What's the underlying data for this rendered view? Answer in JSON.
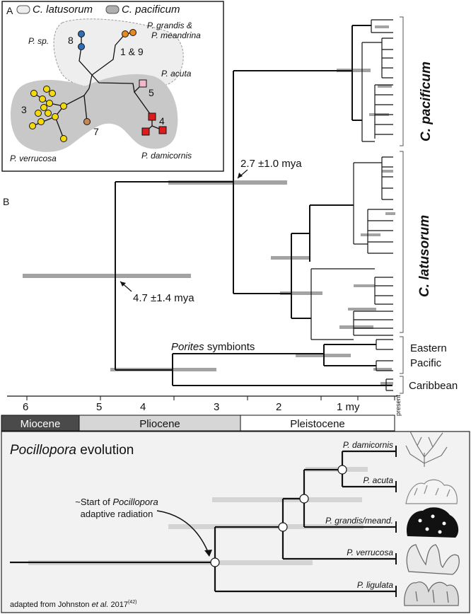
{
  "panelA": {
    "label": "A",
    "legend": {
      "latusorum": "C. latusorum",
      "pacificum": "C. pacificum"
    },
    "species": {
      "psp": "P. sp.",
      "grandis1": "P. grandis &",
      "grandis2": "P. meandrina",
      "acuta": "P. acuta",
      "damicornis": "P. damicornis",
      "verrucosa": "P. verrucosa"
    },
    "nodes": {
      "n8": "8",
      "n19": "1 & 9",
      "n5": "5",
      "n3": "3",
      "n7": "7",
      "n4": "4"
    }
  },
  "panelB": {
    "label": "B",
    "annot_27": "2.7 ±1.0 mya",
    "annot_47": "4.7 ±1.4 mya",
    "porites": {
      "italic": "Porites",
      "rest": " symbionts"
    },
    "clades": {
      "pacificum": "C. pacificum",
      "latusorum": "C. latusorum",
      "eastern1": "Eastern",
      "eastern2": "Pacific",
      "caribbean": "Caribbean"
    }
  },
  "timescale": {
    "ticks": [
      "6",
      "5",
      "4",
      "3",
      "2",
      "1 my"
    ],
    "present": "present",
    "epochs": [
      "Miocene",
      "Pliocene",
      "Pleistocene"
    ]
  },
  "bottom": {
    "title_italic": "Pocillopora",
    "title_rest": " evolution",
    "radiation1": "~Start of ",
    "radiation1_italic": "Pocillopora",
    "radiation2": "adaptive radiation",
    "taxa": [
      "P. damicornis",
      "P. acuta",
      "P. grandis/meand.",
      "P. verrucosa",
      "P. ligulata"
    ],
    "credit_a": "adapted from Johnston ",
    "credit_b": "et al.",
    "credit_c": " 2017",
    "credit_sup": "(42)"
  },
  "colors": {
    "yellow": "#f5d90f",
    "orange": "#e8881e",
    "blue": "#2f6fb5",
    "pink": "#f4b8cc",
    "red": "#dd1c1c",
    "brown": "#c58a52",
    "bar": "#a3a3a3",
    "dark_region": "#c8c8c8",
    "light_region": "#eeeeee",
    "miocene": "#4a4a4a",
    "pliocene": "#d6d6d6"
  }
}
